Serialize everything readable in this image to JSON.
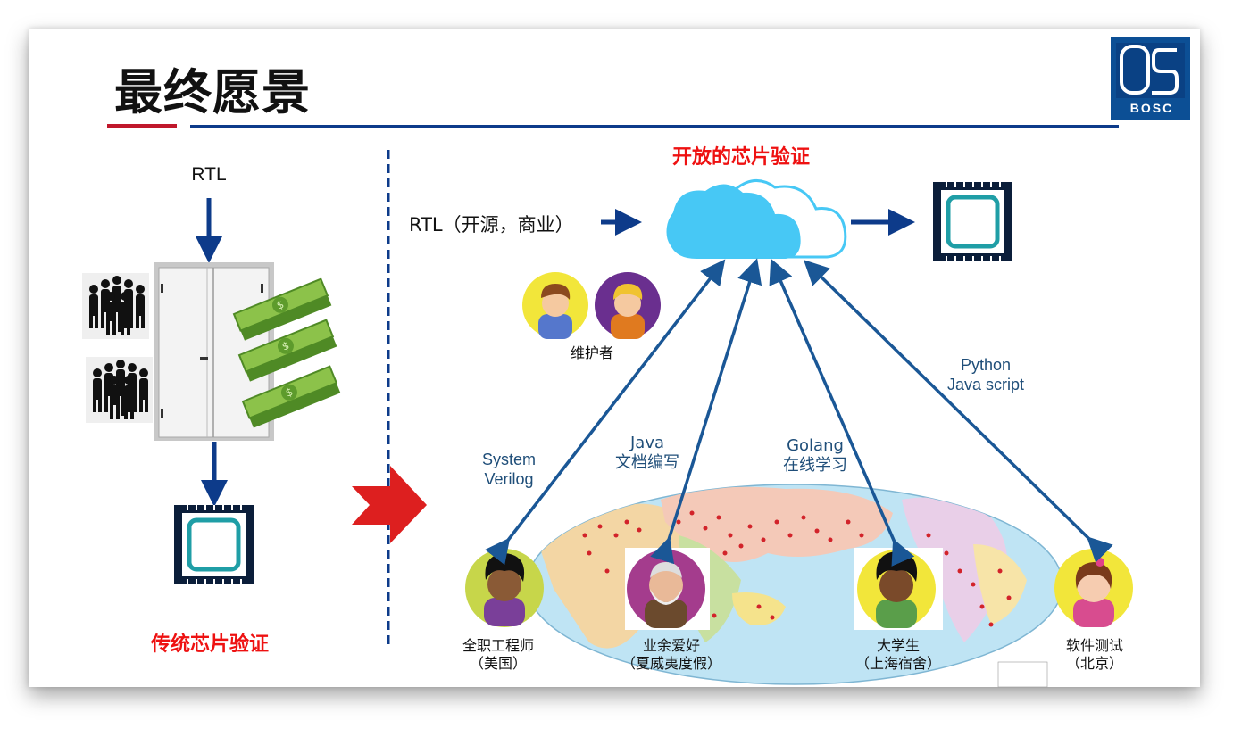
{
  "slide_title": "最终愿景",
  "logo": {
    "text": "BOSC",
    "mark": "OS"
  },
  "left": {
    "rtl_label": "RTL",
    "caption": "传统芯片验证"
  },
  "right": {
    "heading": "开放的芯片验证",
    "rtl_label": "RTL（开源，商业）",
    "maintainers_label": "维护者",
    "arrow_labels": [
      {
        "id": "system-verilog",
        "lines": [
          "System",
          "Verilog"
        ]
      },
      {
        "id": "java",
        "lines": [
          "Java",
          "文档编写"
        ]
      },
      {
        "id": "golang",
        "lines": [
          "Golang",
          "在线学习"
        ]
      },
      {
        "id": "python",
        "lines": [
          "Python",
          "Java script"
        ]
      }
    ],
    "people": [
      {
        "line1": "全职工程师",
        "line2": "（美国）"
      },
      {
        "line1": "业余爱好",
        "line2": "（夏威夷度假）"
      },
      {
        "line1": "大学生",
        "line2": "（上海宿舍）"
      },
      {
        "line1": "软件测试",
        "line2": "（北京）"
      }
    ]
  },
  "colors": {
    "red": "#ee1111",
    "navy": "#0d3b8a",
    "arrow_blue": "#1a5796",
    "cloud": "#47c8f5",
    "money": "#7bb33c"
  }
}
